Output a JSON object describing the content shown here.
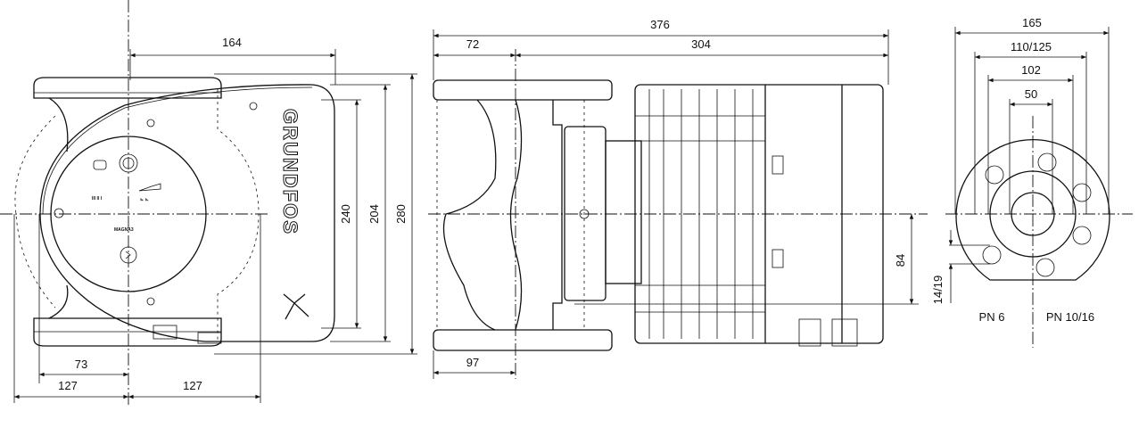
{
  "drawing": {
    "front_view": {
      "dims": {
        "width_164": "164",
        "h_240": "240",
        "h_204": "204",
        "h_280": "280",
        "w_73": "73",
        "w_127_left": "127",
        "w_127_right": "127"
      },
      "brand_logo": "GRUNDFOS",
      "model_label": "MAGNA3",
      "control_labels": [
        "III II I"
      ]
    },
    "side_view": {
      "dims": {
        "total_376": "376",
        "d_72": "72",
        "d_304": "304",
        "d_97": "97",
        "d_84": "84"
      }
    },
    "flange_view": {
      "dims": {
        "d_165": "165",
        "d_110_125": "110/125",
        "d_102": "102",
        "d_50": "50",
        "hole_14_19": "14/19"
      },
      "pn_left": "PN 6",
      "pn_right": "PN 10/16"
    }
  }
}
